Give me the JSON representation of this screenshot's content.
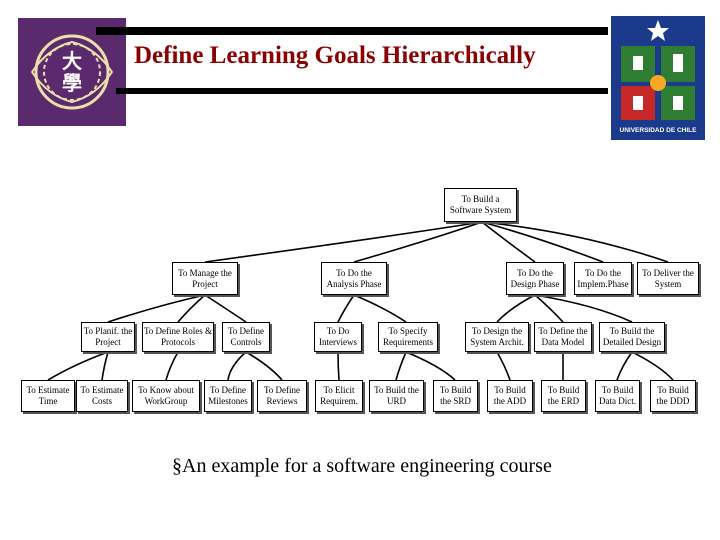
{
  "slide": {
    "title": "Define Learning Goals Hierarchically",
    "caption": "§An example for a software engineering course"
  },
  "logos": {
    "left": {
      "glyph": "大學",
      "color": "#5b2a6e"
    },
    "right": {
      "text": "UNIVERSIDAD DE CHILE",
      "color": "#1c3a8c"
    }
  },
  "tree": {
    "root": "To Build a Software System",
    "level1": [
      "To Manage the Project",
      "To Do the Analysis Phase",
      "To Do the Design Phase",
      "To Do the Implem.Phase",
      "To Deliver the System"
    ],
    "level2": [
      "To Planif. the Project",
      "To Define Roles & Protocols",
      "To Define Controls",
      "To Do Interviews",
      "To Specify Requirements",
      "To Design the System Archit.",
      "To Define the Data Model",
      "To Build the Detailed Design"
    ],
    "level3": [
      "To Estimate Time",
      "To Estimate Costs",
      "To Know about WorkGroup",
      "To Define Milestones",
      "To Define Reviews",
      "To Elicit Requirem.",
      "To Build the URD",
      "To Build the SRD",
      "To Build the ADD",
      "To Build the ERD",
      "To Build Data Dict.",
      "To Build the DDD"
    ]
  }
}
